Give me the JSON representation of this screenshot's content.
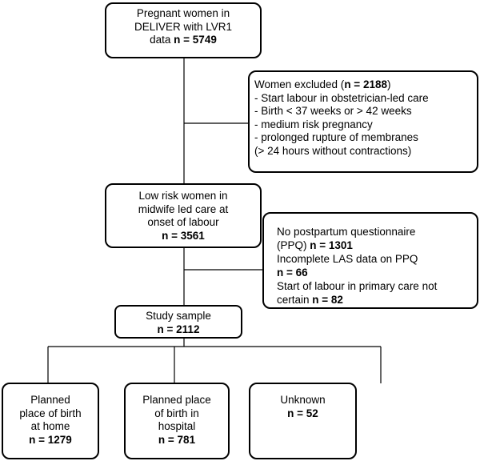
{
  "flowchart": {
    "total": {
      "lines": [
        "Pregnant women in",
        "DELIVER with LVR1"
      ],
      "n_prefix": "data ",
      "n": "n = 5749"
    },
    "excluded": {
      "title_prefix": "Women excluded (",
      "n": "n = 2188",
      "title_suffix": ")",
      "items": [
        "- Start labour in obstetrician-led care",
        "- Birth < 37 weeks or > 42 weeks",
        "- medium risk pregnancy",
        "- prolonged rupture of membranes",
        "(> 24 hours without contractions)"
      ]
    },
    "low_risk": {
      "lines": [
        "Low risk women in",
        "midwife led care at",
        "onset of labour"
      ],
      "n": "n = 3561"
    },
    "excluded2": {
      "line1": "No postpartum questionnaire",
      "line2_prefix": "(PPQ) ",
      "n1": "n = 1301",
      "line3": "Incomplete LAS data on PPQ",
      "n2": "n = 66",
      "line5_a": "Start of labour in primary care not",
      "line6_prefix": "certain ",
      "n3": "n = 82"
    },
    "study": {
      "label": "Study sample",
      "n": "n = 2112"
    },
    "home": {
      "lines": [
        "Planned",
        "place of birth",
        "at home"
      ],
      "n": "n = 1279"
    },
    "hospital": {
      "lines": [
        "Planned place",
        "of birth in",
        "hospital"
      ],
      "n": "n = 781"
    },
    "unknown": {
      "label": "Unknown",
      "n": "n = 52"
    }
  }
}
